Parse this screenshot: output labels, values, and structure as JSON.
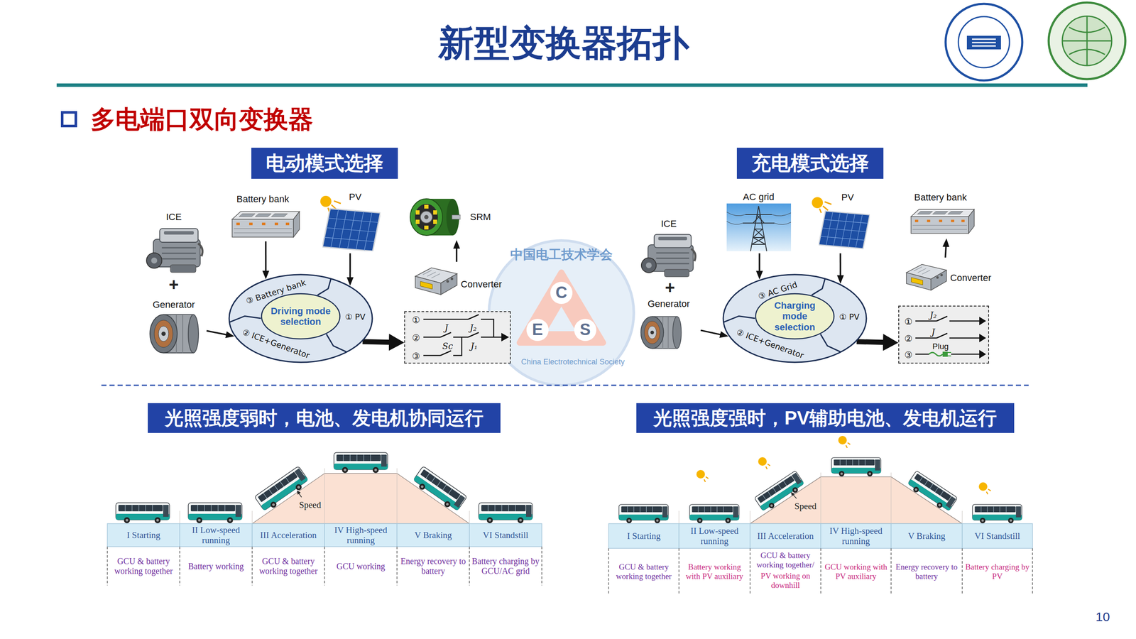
{
  "diagram": {
    "title": "新型变换器拓扑",
    "nodes": [
      {
        "text": [
          "电动模式选择"
        ]
      },
      {
        "text": [
          "ICE"
        ]
      },
      {
        "text": [
          "Generator"
        ]
      },
      {
        "text": [
          "Battery bank"
        ]
      },
      {
        "text": [
          "PV"
        ]
      },
      {
        "text": [
          "③ Battery bank",
          "① PV",
          "② ICE+Generator"
        ]
      },
      {
        "text": [
          "Driving mode selection"
        ],
        "in": 5
      },
      {
        "text": [
          "①",
          "②",
          "③",
          "J",
          "J₁",
          "J₂",
          "Sc"
        ]
      },
      {
        "text": [
          "Converter"
        ]
      },
      {
        "text": [
          "SRM"
        ]
      },
      {
        "text": [
          "充电模式选择"
        ]
      },
      {
        "text": [
          "ICE"
        ]
      },
      {
        "text": [
          "Generator"
        ]
      },
      {
        "text": [
          "AC grid"
        ]
      },
      {
        "text": [
          "PV"
        ]
      },
      {
        "text": [
          "③ AC Grid",
          "① PV",
          "② ICE+Generator"
        ]
      },
      {
        "text": [
          "Charging mode selection"
        ],
        "in": 15
      },
      {
        "text": [
          "①",
          "②",
          "③",
          "J₂",
          "J",
          "Plug"
        ]
      },
      {
        "text": [
          "Converter"
        ]
      },
      {
        "text": [
          "Battery bank"
        ]
      },
      {
        "text": [
          "光照强度弱时，电池、发电机协同运行"
        ]
      },
      {
        "text": [
          "光照强度强时，PV辅助电池、发电机运行"
        ]
      }
    ],
    "edges": [
      {
        "from": 2,
        "to": 5,
        "arrow": "to"
      },
      {
        "from": 3,
        "to": 5,
        "arrow": "to"
      },
      {
        "from": 4,
        "to": 5,
        "arrow": "to"
      },
      {
        "from": 5,
        "to": 7,
        "arrow": "to"
      },
      {
        "from": 8,
        "to": 9,
        "arrow": "to"
      },
      {
        "from": 12,
        "to": 15,
        "arrow": "to"
      },
      {
        "from": 13,
        "to": 15,
        "arrow": "to"
      },
      {
        "from": 14,
        "to": 15,
        "arrow": "to"
      },
      {
        "from": 15,
        "to": 17,
        "arrow": "to"
      },
      {
        "from": 18,
        "to": 19,
        "arrow": "to"
      }
    ],
    "labels": [
      "多电端口双向变换器",
      "+",
      "+",
      "Speed",
      "Speed",
      "I Starting",
      "II Low-speed running",
      "III Acceleration",
      "IV High-speed running",
      "V Braking",
      "VI Standstill",
      "GCU & battery working together",
      "Battery working",
      "GCU & battery working together",
      "GCU working",
      "Energy recovery to battery",
      "Battery charging by GCU/AC grid",
      "I Starting",
      "II Low-speed running",
      "III Acceleration",
      "IV High-speed running",
      "V Braking",
      "VI Standstill",
      "GCU & battery working together",
      "Battery working with PV auxiliary",
      "GCU & battery working together/",
      "PV working on downhill",
      "GCU working with PV auxiliary",
      "Energy recovery to battery",
      "Battery charging by PV",
      "中国电工技术学会",
      "C",
      "E",
      "S",
      "China Electrotechnical Society",
      "10"
    ]
  }
}
